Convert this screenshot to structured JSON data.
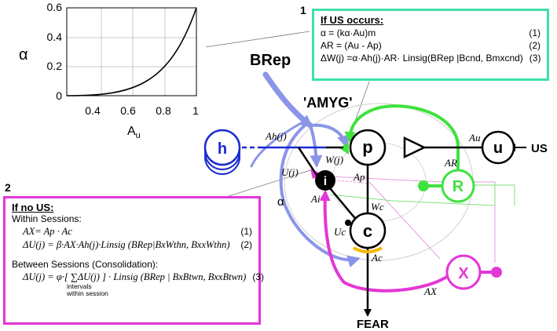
{
  "plot": {
    "ylabel": "α",
    "xlabel": "A",
    "xlabel_sub": "u",
    "yticks": [
      "0.6",
      "0.4",
      "0.2",
      "0"
    ],
    "xticks": [
      "0.4",
      "0.6",
      "0.8",
      "1"
    ]
  },
  "box1": {
    "number": "1",
    "title": "If US occurs:",
    "eq1": "α = (kα·Au)m",
    "eq1_num": "(1)",
    "eq2": "AR = (Au - Ap)",
    "eq2_num": "(2)",
    "eq3": "ΔW(j) =α·Ah(j)·AR· Linsig(BRep |Bcnd, Bmxcnd)",
    "eq3_num": "(3)"
  },
  "box2": {
    "number": "2",
    "title": "If no US:",
    "within": "Within Sessions:",
    "eq1": "AX= Ap · Ac",
    "eq1_num": "(1)",
    "eq2": "ΔU(j) = β·AX·Ah(j)·Linsig (BRep|BxWthn, BxxWthn)",
    "eq2_num": "(2)",
    "between": "Between Sessions (Consolidation):",
    "eq3": "ΔU(j) = φ·[ ∑ΔU(j) ] · Linsig (BRep | BxBtwn, BxxBtwn)",
    "eq3_num": "(3)",
    "sum_note1": "intervals",
    "sum_note2": "within session"
  },
  "diagram": {
    "brep": "BRep",
    "amyg": "'AMYG'",
    "nodes": {
      "h": "h",
      "p": "p",
      "u": "u",
      "i": "i",
      "c": "c",
      "R": "R",
      "X": "X"
    },
    "us": "US",
    "fear": "FEAR",
    "alpha": "α",
    "labels": {
      "Ah": "Ah(j)",
      "Wj": "W(j)",
      "Uj": "U(j)",
      "Ap": "Ap",
      "Ai": "Ai",
      "Au": "Au",
      "AR": "AR",
      "Wc": "Wc",
      "Uc": "Uc",
      "Ac": "Ac",
      "AX": "AX"
    }
  }
}
